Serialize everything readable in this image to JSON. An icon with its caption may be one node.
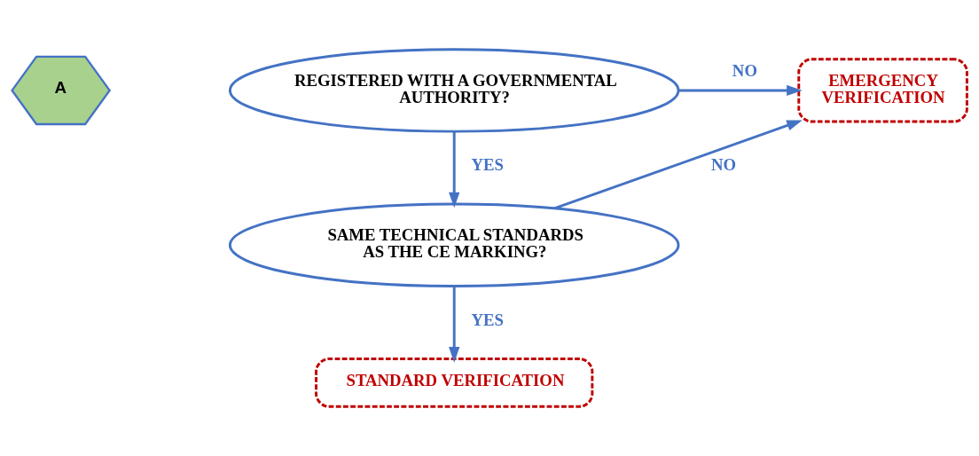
{
  "diagram": {
    "nodes": [
      {
        "text": [
          "A"
        ]
      },
      {
        "text": [
          "REGISTERED WITH A GOVERNMENTAL AUTHORITY?"
        ]
      },
      {
        "text": [
          "EMERGENCY VERIFICATION"
        ]
      },
      {
        "text": [
          "SAME TECHNICAL STANDARDS AS THE CE MARKING?"
        ]
      },
      {
        "text": [
          "STANDARD VERIFICATION"
        ]
      }
    ],
    "edges": [
      {
        "from": 1,
        "to": 2,
        "arrow": "to",
        "label": "NO"
      },
      {
        "from": 1,
        "to": 3,
        "arrow": "to",
        "label": "YES"
      },
      {
        "from": 3,
        "to": 2,
        "arrow": "to",
        "label": "NO"
      },
      {
        "from": 3,
        "to": 4,
        "arrow": "to",
        "label": "YES"
      }
    ]
  }
}
